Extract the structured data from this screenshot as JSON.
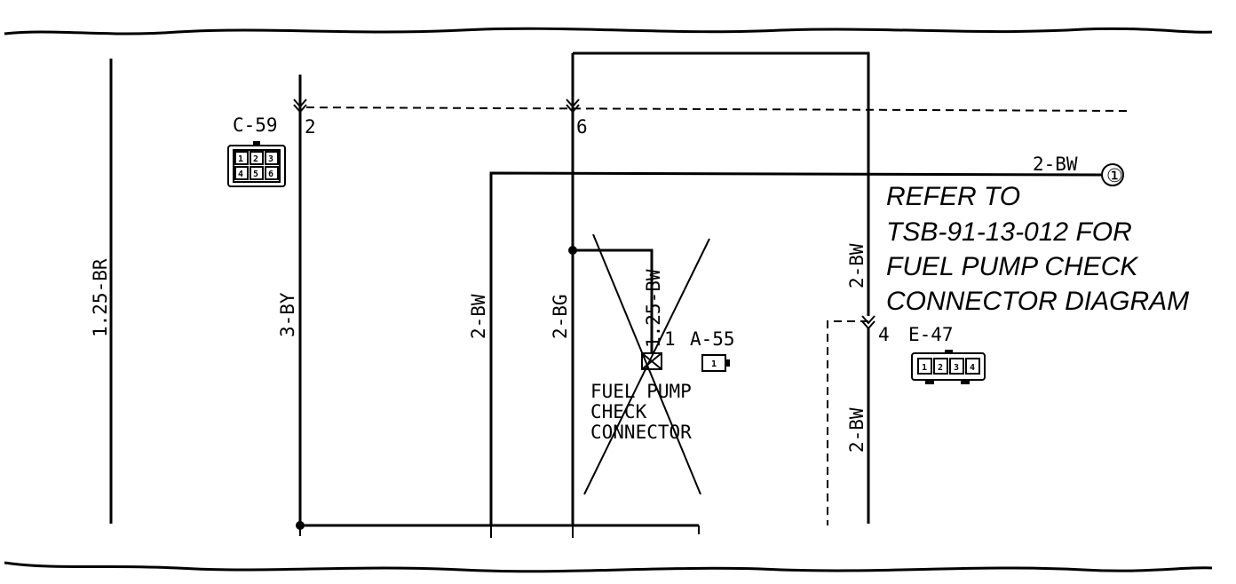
{
  "connectors": {
    "c59": {
      "id": "C-59",
      "pin": "2",
      "pins": [
        "1",
        "2",
        "3",
        "4",
        "5",
        "6"
      ],
      "pin2": "6"
    },
    "a55": {
      "id": "A-55",
      "pin": "1",
      "pins": [
        "1"
      ]
    },
    "e47": {
      "id": "E-47",
      "pin": "4",
      "pins": [
        "1",
        "2",
        "3",
        "4"
      ]
    }
  },
  "wires": {
    "w1": "1.25-BR",
    "w2": "3-BY",
    "w3": "2-BW",
    "w4": "2-BG",
    "w5": "1.25-BW",
    "w6": "2-BW",
    "w7": "2-BW",
    "w8": "2-BW"
  },
  "terminal": {
    "label": "①"
  },
  "fuel_pump": {
    "line1": "FUEL PUMP",
    "line2": "CHECK",
    "line3": "CONNECTOR"
  },
  "note": {
    "line1": "REFER TO",
    "line2": "TSB-91-13-012 FOR",
    "line3": "FUEL PUMP CHECK",
    "line4": "CONNECTOR DIAGRAM"
  }
}
